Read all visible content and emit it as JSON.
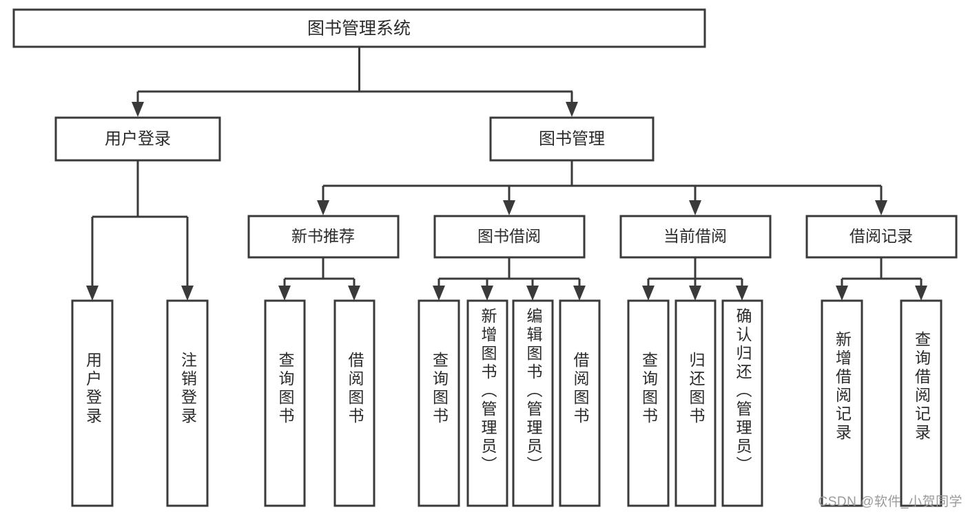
{
  "diagram": {
    "title": "图书管理系统",
    "type": "tree",
    "orientation": "top-down",
    "colors": {
      "box_fill": "#ffffff",
      "box_stroke": "#3a3a3a",
      "connector": "#3a3a3a",
      "text": "#2b2b2b",
      "watermark": "#9a9a9a",
      "background": "#ffffff"
    },
    "root": {
      "label": "图书管理系统"
    },
    "level1": [
      {
        "id": "user-login",
        "label": "用户登录"
      },
      {
        "id": "book-manage",
        "label": "图书管理"
      }
    ],
    "level2": [
      {
        "id": "new-book-recommend",
        "label": "新书推荐",
        "parent": "book-manage"
      },
      {
        "id": "book-borrow",
        "label": "图书借阅",
        "parent": "book-manage"
      },
      {
        "id": "current-borrow",
        "label": "当前借阅",
        "parent": "book-manage"
      },
      {
        "id": "borrow-record",
        "label": "借阅记录",
        "parent": "book-manage"
      }
    ],
    "leaves": {
      "user-login": [
        {
          "id": "leaf-user-login",
          "label": "用户登录"
        },
        {
          "id": "leaf-user-logout",
          "label": "注销登录"
        }
      ],
      "new-book-recommend": [
        {
          "id": "leaf-query-book-1",
          "label": "查询图书"
        },
        {
          "id": "leaf-borrow-book-1",
          "label": "借阅图书"
        }
      ],
      "book-borrow": [
        {
          "id": "leaf-query-book-2",
          "label": "查询图书"
        },
        {
          "id": "leaf-add-book",
          "label": "新增图书（管理员）"
        },
        {
          "id": "leaf-edit-book",
          "label": "编辑图书（管理员）"
        },
        {
          "id": "leaf-borrow-book-2",
          "label": "借阅图书"
        }
      ],
      "current-borrow": [
        {
          "id": "leaf-query-book-3",
          "label": "查询图书"
        },
        {
          "id": "leaf-return-book",
          "label": "归还图书"
        },
        {
          "id": "leaf-confirm-return",
          "label": "确认归还（管理员）"
        }
      ],
      "borrow-record": [
        {
          "id": "leaf-add-record",
          "label": "新增借阅记录"
        },
        {
          "id": "leaf-query-record",
          "label": "查询借阅记录"
        }
      ]
    }
  },
  "watermark": {
    "text": "CSDN @软件_小贺同学"
  }
}
